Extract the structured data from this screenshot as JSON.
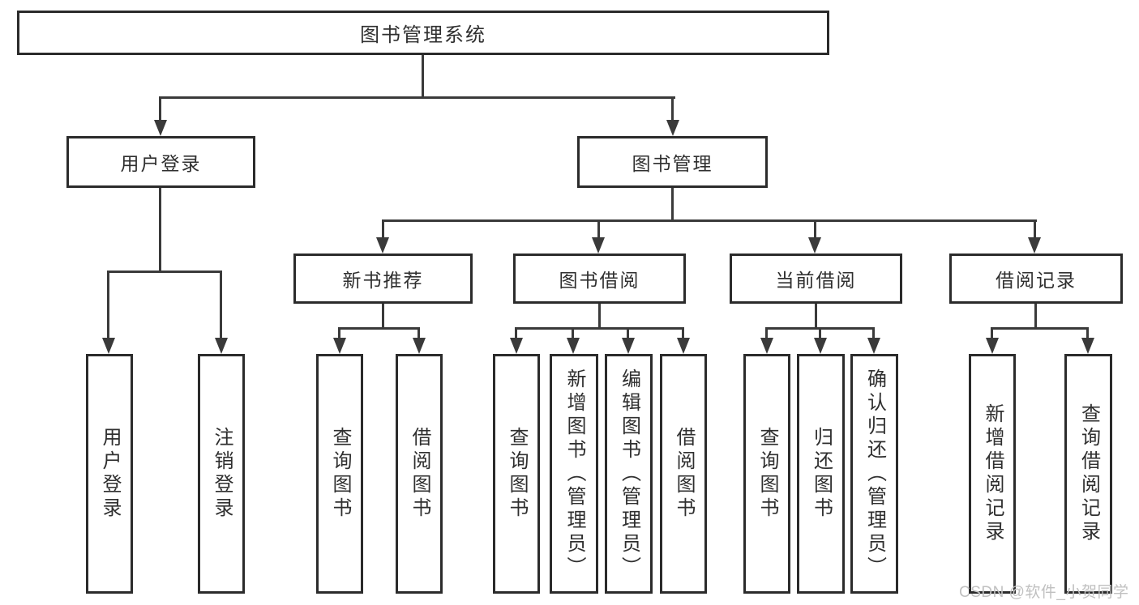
{
  "nodes": {
    "root": "图书管理系统",
    "user_login": "用户登录",
    "book_mgmt": "图书管理",
    "new_rec": "新书推荐",
    "borrow": "图书借阅",
    "current": "当前借阅",
    "records": "借阅记录",
    "leaf_login": "用户登录",
    "leaf_logout": "注销登录",
    "leaf_a1": "查询图书",
    "leaf_a2": "借阅图书",
    "leaf_b1": "查询图书",
    "leaf_b2": "新增图书（管理员）",
    "leaf_b3": "编辑图书（管理员）",
    "leaf_b4": "借阅图书",
    "leaf_c1": "查询图书",
    "leaf_c2": "归还图书",
    "leaf_c3": "确认归还（管理员）",
    "leaf_d1": "新增借阅记录",
    "leaf_d2": "查询借阅记录"
  },
  "hierarchy": {
    "图书管理系统": {
      "用户登录": [
        "用户登录",
        "注销登录"
      ],
      "图书管理": {
        "新书推荐": [
          "查询图书",
          "借阅图书"
        ],
        "图书借阅": [
          "查询图书",
          "新增图书（管理员）",
          "编辑图书（管理员）",
          "借阅图书"
        ],
        "当前借阅": [
          "查询图书",
          "归还图书",
          "确认归还（管理员）"
        ],
        "借阅记录": [
          "新增借阅记录",
          "查询借阅记录"
        ]
      }
    }
  },
  "watermark": "CSDN @软件_小贺同学",
  "colors": {
    "line": "#3a3a3a",
    "box_border": "#2b2b2b",
    "text": "#2f2f2f",
    "watermark": "#c0c0c0",
    "background": "#ffffff"
  }
}
